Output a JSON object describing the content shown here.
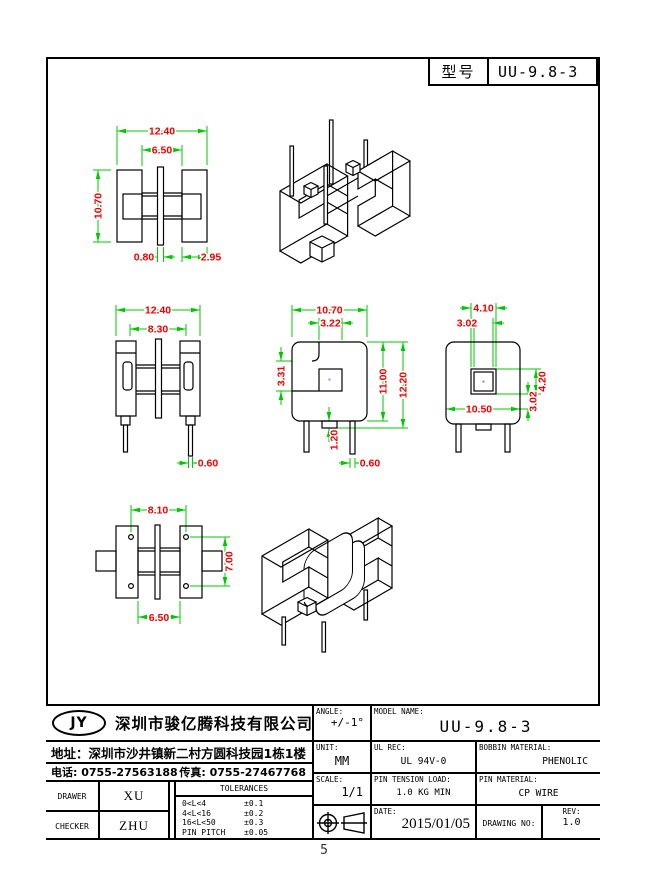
{
  "page": {
    "number": "5"
  },
  "title_box": {
    "label": "型号",
    "value": "UU-9.8-3"
  },
  "colors": {
    "dim_line": "#00c800",
    "dim_text": "#f00000",
    "outline": "#000000"
  },
  "views": {
    "top": {
      "width": "12.40",
      "inner_width": "6.50",
      "height": "10.70",
      "bar_width": "0.80",
      "flange_width": "2.95"
    },
    "front": {
      "width": "12.40",
      "inner_width": "8.30",
      "pin_dia": "0.60"
    },
    "side": {
      "width": "10.70",
      "slot_width": "3.22",
      "step_height": "3.31",
      "body_height": "11.00",
      "total_height": "12.20",
      "tab_height": "1.20",
      "pin_dia": "0.60"
    },
    "back": {
      "hole_width": "4.10",
      "hole_inner_width": "3.02",
      "body_width": "10.50",
      "hole_height": "4.20",
      "hole_side": "3.02"
    },
    "bottom": {
      "width": "8.10",
      "hole_pitch": "7.00",
      "inner_width": "6.50"
    }
  },
  "company": {
    "logo": "JY",
    "name": "深圳市骏亿腾科技有限公司",
    "address_label": "地址：",
    "address_value": "深圳市沙井镇新二村方圆科技园1栋1楼",
    "phone_label": "电话:",
    "phone": "0755-27563188",
    "fax_label": "传真:",
    "fax": "0755-27467768"
  },
  "approval": {
    "drawer_label": "DRAWER",
    "drawer": "XU",
    "checker_label": "CHECKER",
    "checker": "ZHU"
  },
  "tolerances": {
    "title": "TOLERANCES",
    "rows": [
      {
        "range": "0<L<4",
        "value": "±0.1"
      },
      {
        "range": "4<L<16",
        "value": "±0.2"
      },
      {
        "range": "16<L<50",
        "value": "±0.3"
      },
      {
        "range": "PIN PITCH",
        "value": "±0.05"
      }
    ]
  },
  "specs": {
    "angle_label": "ANGLE:",
    "angle": "+/-1°",
    "model_label": "MODEL NAME:",
    "model": "UU-9.8-3",
    "unit_label": "UNIT:",
    "unit": "MM",
    "ul_label": "UL REC:",
    "ul": "UL 94V-0",
    "bobbin_label": "BOBBIN MATERIAL:",
    "bobbin": "PHENOLIC",
    "scale_label": "SCALE:",
    "scale": "1/1",
    "tension_label": "PIN TENSION LOAD:",
    "tension": "1.0 KG MIN",
    "pin_label": "PIN MATERIAL:",
    "pin": "CP WIRE",
    "date_label": "DATE:",
    "date": "2015/01/05",
    "drawing_no_label": "DRAWING NO:",
    "rev_label": "REV:",
    "rev": "1.0"
  }
}
